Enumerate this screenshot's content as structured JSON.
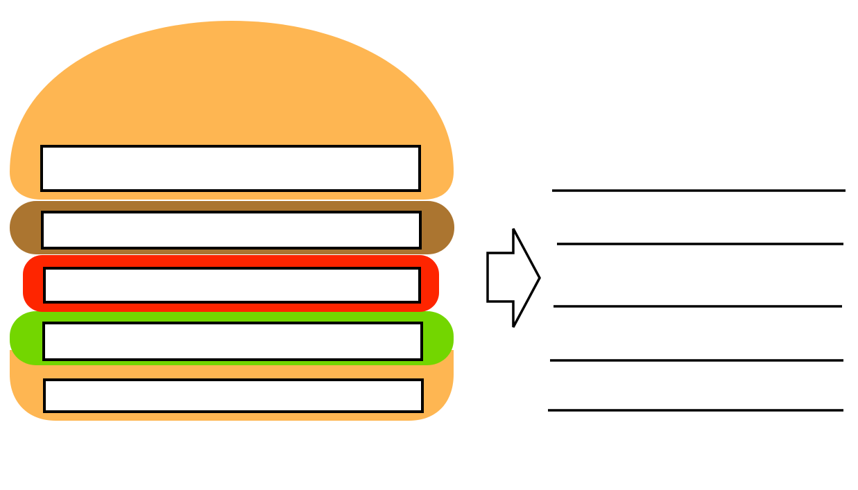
{
  "colors": {
    "background": "#ffffff",
    "bun": "#FEB652",
    "patty": "#AB7530",
    "tomato": "#FE2500",
    "lettuce": "#73D600",
    "outline": "#000000",
    "box_fill": "#ffffff"
  },
  "burger": {
    "layers": [
      {
        "name": "top-bun",
        "box_text": ""
      },
      {
        "name": "patty",
        "box_text": ""
      },
      {
        "name": "tomato",
        "box_text": ""
      },
      {
        "name": "lettuce",
        "box_text": ""
      },
      {
        "name": "bottom-bun",
        "box_text": ""
      }
    ]
  },
  "arrow": {
    "icon": "right-arrow-icon"
  },
  "answer_lines": [
    {
      "text": ""
    },
    {
      "text": ""
    },
    {
      "text": ""
    },
    {
      "text": ""
    },
    {
      "text": ""
    }
  ]
}
